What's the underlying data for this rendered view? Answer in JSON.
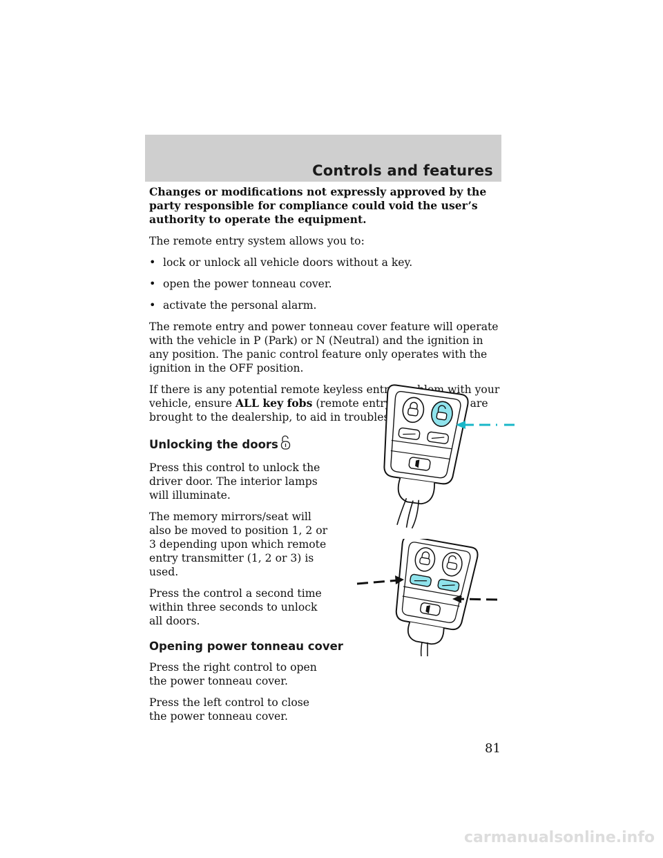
{
  "header": {
    "title": "Controls and features"
  },
  "warning": "Changes or modifications not expressly approved by the party responsible for compliance could void the user’s authority to operate the equipment.",
  "intro": "The remote entry system allows you to:",
  "bullets": [
    "lock or unlock all vehicle doors without a key.",
    "open the power tonneau cover.",
    "activate the personal alarm."
  ],
  "para1": "The remote entry and power tonneau cover feature will operate with the vehicle in P (Park) or N (Neutral) and the ignition in any position. The panic control feature only operates with the ignition in the OFF position.",
  "para2": {
    "before": "If there is any potential remote keyless entry problem with your vehicle, ensure",
    "bold": "ALL key fobs",
    "after": "(remote entry transmitters) are brought to the dealership, to aid in troubleshooting."
  },
  "section1": {
    "heading": "Unlocking the doors",
    "icon": "unlock-icon",
    "paras": [
      "Press this control to unlock the driver door. The interior lamps will illuminate.",
      "The memory mirrors/seat will also be moved to position 1, 2 or 3 depending upon which remote entry transmitter (1, 2 or 3) is used.",
      "Press the control a second time within three seconds to unlock all doors."
    ]
  },
  "section2": {
    "heading": "Opening power tonneau cover",
    "paras": [
      "Press the right control to open the power tonneau cover.",
      "Press the left control to close the power tonneau cover."
    ]
  },
  "page_number": "81",
  "footer": "carmanualsonline.info",
  "colors": {
    "highlight": "#8fe3ec",
    "arrow": "#19b7c8",
    "band": "#cfcfcf"
  }
}
